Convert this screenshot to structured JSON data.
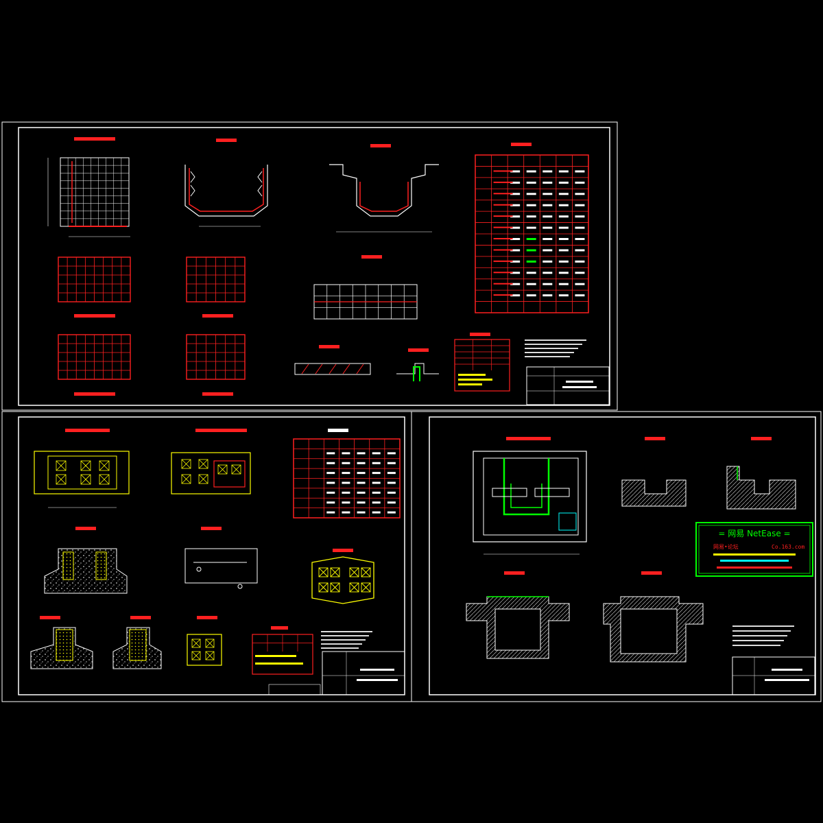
{
  "watermark": {
    "line1": "= 网易 NetEase =",
    "line2_left": "网易•论坛",
    "line2_right": "Co.163.com"
  },
  "colors": {
    "background": "#000000",
    "frame": "#ffffff",
    "rebar": "#ff2020",
    "title_red": "#ff2020",
    "concrete": "#ffffff",
    "yellow": "#ffff00",
    "green": "#00ff00",
    "cyan": "#00ffff",
    "watermark_green": "#00ff00",
    "watermark_text": "#ffff00"
  }
}
